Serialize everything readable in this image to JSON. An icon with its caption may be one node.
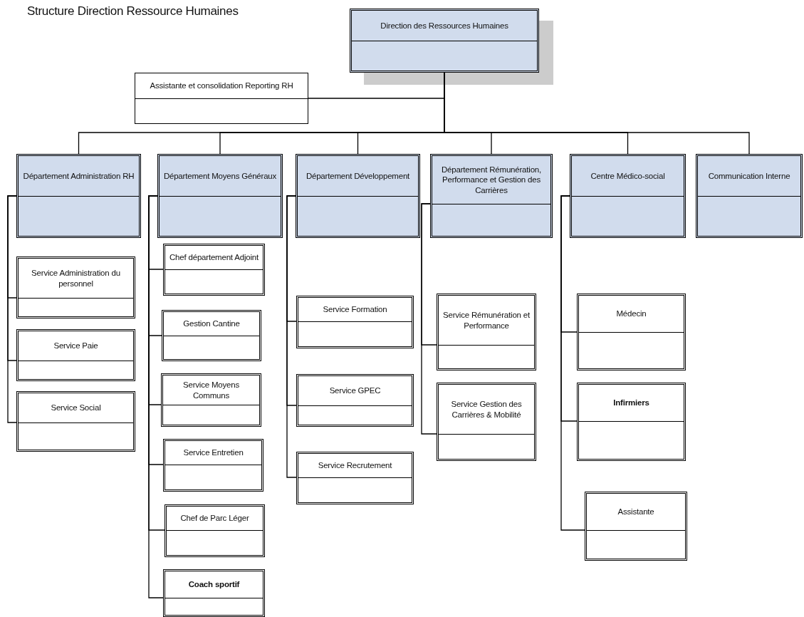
{
  "diagram": {
    "title": "Structure Direction Ressource Humaines",
    "nodes": [
      {
        "text": [
          "Direction des Ressources Humaines"
        ]
      },
      {
        "text": [
          "Assistante et consolidation Reporting RH"
        ]
      },
      {
        "text": [
          "Département Administration RH"
        ]
      },
      {
        "text": [
          "Département Moyens Généraux"
        ]
      },
      {
        "text": [
          "Département Développement"
        ]
      },
      {
        "text": [
          "Département Rémunération, Performance et Gestion des Carrières"
        ]
      },
      {
        "text": [
          "Centre Médico-social"
        ]
      },
      {
        "text": [
          "Communication Interne"
        ]
      },
      {
        "text": [
          "Service Administration du personnel"
        ]
      },
      {
        "text": [
          "Service Paie"
        ]
      },
      {
        "text": [
          "Service Social"
        ]
      },
      {
        "text": [
          "Chef département Adjoint"
        ]
      },
      {
        "text": [
          "Gestion Cantine"
        ]
      },
      {
        "text": [
          "Service Moyens Communs"
        ]
      },
      {
        "text": [
          "Service Entretien"
        ]
      },
      {
        "text": [
          "Chef de Parc Léger"
        ]
      },
      {
        "text": [
          "Coach sportif"
        ]
      },
      {
        "text": [
          "Service Formation"
        ]
      },
      {
        "text": [
          "Service GPEC"
        ]
      },
      {
        "text": [
          "Service Recrutement"
        ]
      },
      {
        "text": [
          "Service Rémunération et Performance"
        ]
      },
      {
        "text": [
          "Service Gestion des Carrières & Mobilité"
        ]
      },
      {
        "text": [
          "Médecin"
        ]
      },
      {
        "text": [
          "Infirmiers"
        ]
      },
      {
        "text": [
          "Assistante"
        ]
      }
    ],
    "edges": [
      {
        "from": 0,
        "to": 1,
        "arrow": "none"
      },
      {
        "from": 0,
        "to": 2,
        "arrow": "none"
      },
      {
        "from": 0,
        "to": 3,
        "arrow": "none"
      },
      {
        "from": 0,
        "to": 4,
        "arrow": "none"
      },
      {
        "from": 0,
        "to": 5,
        "arrow": "none"
      },
      {
        "from": 0,
        "to": 6,
        "arrow": "none"
      },
      {
        "from": 0,
        "to": 7,
        "arrow": "none"
      },
      {
        "from": 2,
        "to": 8,
        "arrow": "none"
      },
      {
        "from": 2,
        "to": 9,
        "arrow": "none"
      },
      {
        "from": 2,
        "to": 10,
        "arrow": "none"
      },
      {
        "from": 3,
        "to": 11,
        "arrow": "none"
      },
      {
        "from": 3,
        "to": 12,
        "arrow": "none"
      },
      {
        "from": 3,
        "to": 13,
        "arrow": "none"
      },
      {
        "from": 3,
        "to": 14,
        "arrow": "none"
      },
      {
        "from": 3,
        "to": 15,
        "arrow": "none"
      },
      {
        "from": 3,
        "to": 16,
        "arrow": "none"
      },
      {
        "from": 4,
        "to": 17,
        "arrow": "none"
      },
      {
        "from": 4,
        "to": 18,
        "arrow": "none"
      },
      {
        "from": 4,
        "to": 19,
        "arrow": "none"
      },
      {
        "from": 5,
        "to": 20,
        "arrow": "none"
      },
      {
        "from": 5,
        "to": 21,
        "arrow": "none"
      },
      {
        "from": 6,
        "to": 22,
        "arrow": "none"
      },
      {
        "from": 6,
        "to": 23,
        "arrow": "none"
      },
      {
        "from": 6,
        "to": 24,
        "arrow": "none"
      }
    ]
  }
}
